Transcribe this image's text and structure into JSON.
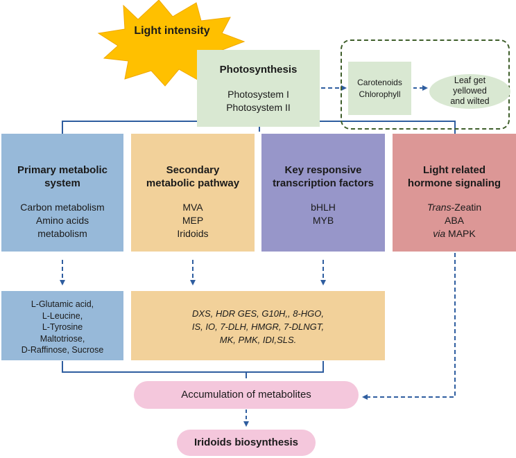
{
  "light": {
    "label": "Light intensity"
  },
  "photosynthesis": {
    "title": "Photosynthesis",
    "lines": [
      "Photosystem I",
      "Photosystem II"
    ]
  },
  "pigments": {
    "lines": [
      "Carotenoids",
      "Chlorophyll"
    ]
  },
  "leaf": {
    "lines": [
      "Leaf get",
      "yellowed",
      "and wilted"
    ]
  },
  "columns": [
    {
      "title_lines": [
        "Primary metabolic",
        "system"
      ],
      "body_lines": [
        "Carbon metabolism",
        "Amino acids",
        "metabolism"
      ]
    },
    {
      "title_lines": [
        "Secondary",
        "metabolic pathway"
      ],
      "body_lines": [
        "MVA",
        "MEP",
        "Iridoids"
      ]
    },
    {
      "title_lines": [
        "Key responsive",
        "transcription factors"
      ],
      "body_lines": [
        "bHLH",
        "MYB"
      ]
    },
    {
      "title_lines": [
        "Light related",
        "hormone signaling"
      ],
      "hormone_line1_italic": "Trans",
      "hormone_line1_rest": "-Zeatin",
      "hormone_line2": "ABA",
      "hormone_line3_italic": "via",
      "hormone_line3_rest": " MAPK"
    }
  ],
  "primary_metabolites": {
    "lines": [
      "L-Glutamic acid,",
      "L-Leucine,",
      "L-Tyrosine",
      "Maltotriose,",
      "D-Raffinose, Sucrose"
    ]
  },
  "genes": {
    "lines": [
      "DXS, HDR GES, G10H,, 8-HGO,",
      "IS, IO, 7-DLH, HMGR, 7-DLNGT,",
      "MK, PMK, IDI,SLS."
    ]
  },
  "accumulation": {
    "label": "Accumulation of  metabolites"
  },
  "iridoids": {
    "label": "Iridoids biosynthesis"
  },
  "colors": {
    "green_box": "#d9e8d2",
    "dark_green": "#3e5e2a",
    "blue_box": "#97b9d9",
    "orange_box": "#f2d19a",
    "purple_box": "#9796c9",
    "red_box": "#dc9796",
    "pink_pill": "#f4c7dc",
    "connector": "#2e5d9f",
    "sun": "#ffc000"
  }
}
